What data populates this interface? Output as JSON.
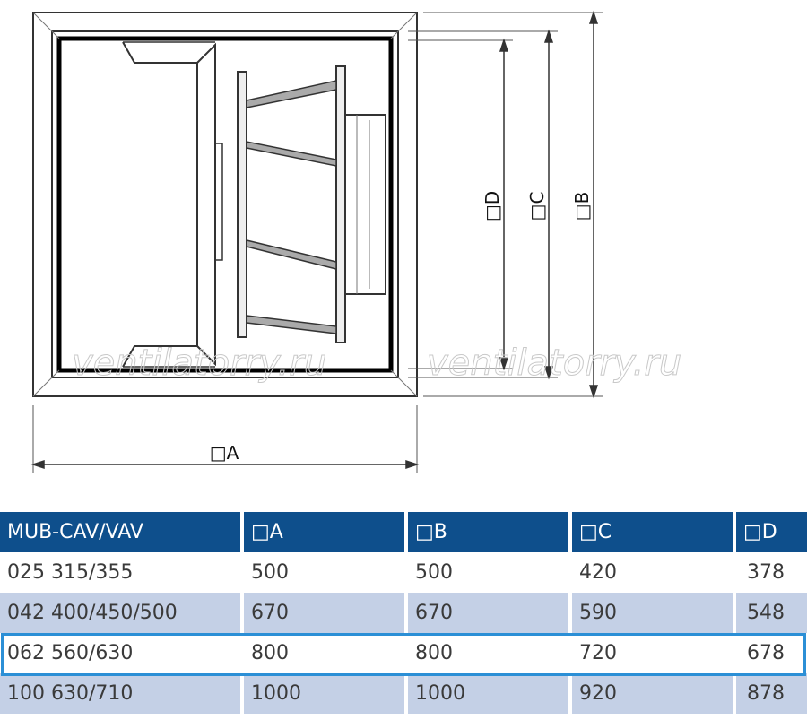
{
  "drawing": {
    "dimension_labels": {
      "a": "□A",
      "b": "□B",
      "c": "□C",
      "d": "□D"
    },
    "watermark": "ventilatorry.ru"
  },
  "table": {
    "headers": [
      "MUB-CAV/VAV",
      "□A",
      "□B",
      "□C",
      "□D"
    ],
    "rows": [
      [
        "025 315/355",
        "500",
        "500",
        "420",
        "378"
      ],
      [
        "042 400/450/500",
        "670",
        "670",
        "590",
        "548"
      ],
      [
        "062 560/630",
        "800",
        "800",
        "720",
        "678"
      ],
      [
        "100 630/710",
        "1000",
        "1000",
        "920",
        "878"
      ]
    ],
    "highlighted_row": 2,
    "colors": {
      "header_bg": "#0e4f8c",
      "alt_row_bg": "#c4d0e6",
      "highlight_border": "#2b8fd6"
    }
  }
}
